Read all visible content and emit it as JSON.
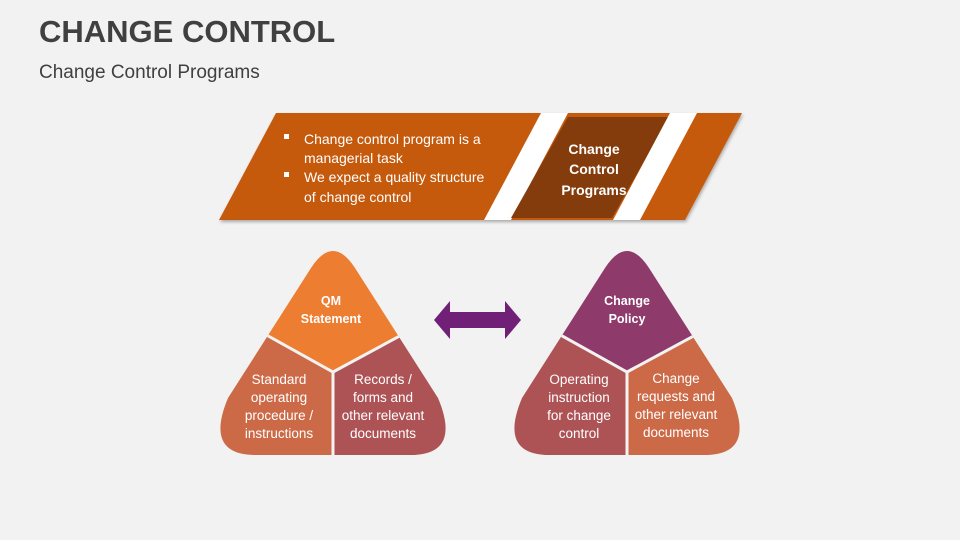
{
  "header": {
    "title": "CHANGE CONTROL",
    "subtitle": "Change Control Programs"
  },
  "banner": {
    "bullets": [
      [
        "Change control program is a",
        "managerial task"
      ],
      [
        "We expect a quality structure",
        "of change control"
      ]
    ],
    "label": [
      "Change",
      "Control",
      "Programs"
    ]
  },
  "left_triangle": {
    "top": [
      "QM",
      "Statement"
    ],
    "bottom_left": [
      "Standard",
      "operating",
      "procedure /",
      "instructions"
    ],
    "bottom_right": [
      "Records /",
      "forms and",
      "other relevant",
      "documents"
    ]
  },
  "right_triangle": {
    "top": [
      "Change",
      "Policy"
    ],
    "bottom_left": [
      "Operating",
      "instruction",
      "for change",
      "control"
    ],
    "bottom_right": [
      "Change",
      "requests and",
      "other relevant",
      "documents"
    ]
  },
  "colors": {
    "background": "#F2F2F2",
    "banner_orange": "#C55A11",
    "banner_dark": "#843C0C",
    "orange_light": "#ED7D31",
    "terracotta": "#CC6A48",
    "rose": "#AE5355",
    "plum": "#8E3A6A",
    "arrow_purple": "#702077"
  }
}
